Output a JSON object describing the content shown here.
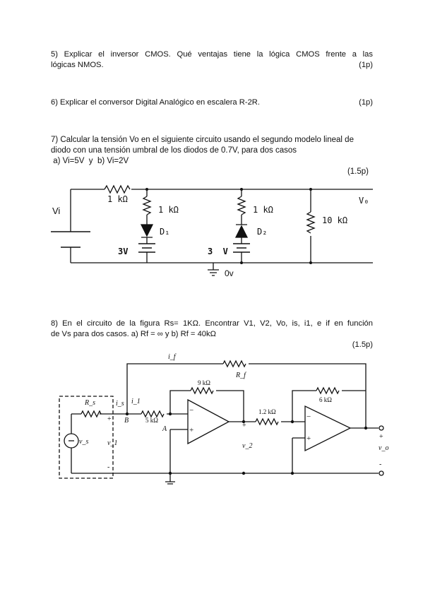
{
  "q5": {
    "line1": "5) Explicar el inversor CMOS. Qué ventajas tiene la lógica CMOS frente a las",
    "line2": "lógicas NMOS.",
    "points": "(1p)"
  },
  "q6": {
    "text": "6) Explicar el conversor Digital Analógico en escalera R-2R.",
    "points": "(1p)"
  },
  "q7": {
    "line1": "7) Calcular la tensión Vo en el siguiente circuito usando el segundo modelo lineal de",
    "line2": "diodo con una tensión umbral de los diodos de 0.7V, para dos casos",
    "line3": " a) Vi=5V  y  b) Vi=2V",
    "points": "(1.5p)",
    "circuit": {
      "vi": "Vi",
      "r_series": "1 kΩ",
      "r1": "1 kΩ",
      "d1": "D₁",
      "v1": "3V",
      "r2": "1 kΩ",
      "d2": "D₂",
      "v2": "3  V",
      "rl": "10 kΩ",
      "vo": "V₀",
      "gnd": "0v"
    }
  },
  "q8": {
    "line1": "8) En el circuito de la figura Rs= 1KΩ. Encontrar V1, V2, Vo, is, i1, e if en función",
    "line2": "de Vs para dos casos. a) Rf = ∞   y b) Rf = 40kΩ",
    "points": "(1.5p)",
    "circuit": {
      "if": "i_f",
      "rf": "R_f",
      "r9k": "9 kΩ",
      "r6k": "6 kΩ",
      "rs": "R_s",
      "is": "i_s",
      "i1": "i_1",
      "r5k": "5 kΩ",
      "node_b": "B",
      "node_a": "A",
      "r12k": "1.2 kΩ",
      "vs": "v_s",
      "v1": "v_1",
      "v2": "v_2",
      "vo": "v_o",
      "plus": "+",
      "minus": "−",
      "minus_small": "-"
    }
  }
}
